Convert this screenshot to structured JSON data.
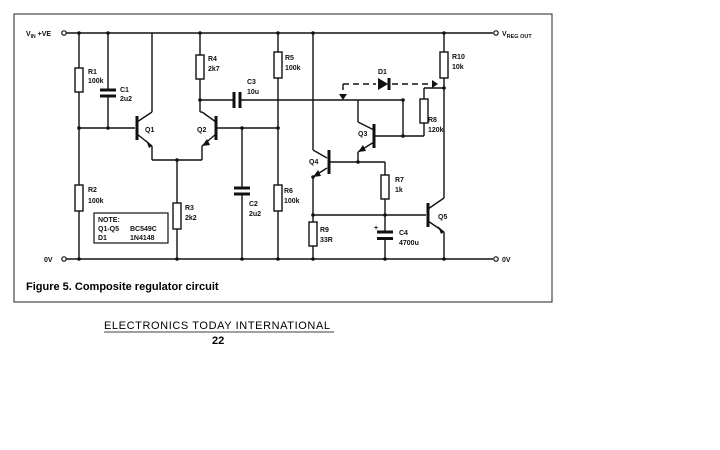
{
  "rails": {
    "vin": "V",
    "vin_sub": "IN",
    "vin_suffix": "+VE",
    "vreg": "V",
    "vreg_sub": "REG OUT",
    "zero_left": "0V",
    "zero_right": "0V"
  },
  "components": {
    "r1": {
      "ref": "R1",
      "value": "100k"
    },
    "c1": {
      "ref": "C1",
      "value": "2u2"
    },
    "q1": {
      "ref": "Q1"
    },
    "r2": {
      "ref": "R2",
      "value": "100k"
    },
    "r4": {
      "ref": "R4",
      "value": "2k7"
    },
    "q2": {
      "ref": "Q2"
    },
    "r3": {
      "ref": "R3",
      "value": "2k2"
    },
    "c3": {
      "ref": "C3",
      "value": "10u"
    },
    "c2": {
      "ref": "C2",
      "value": "2u2"
    },
    "r5": {
      "ref": "R5",
      "value": "100k"
    },
    "r6": {
      "ref": "R6",
      "value": "100k"
    },
    "d1": {
      "ref": "D1"
    },
    "r10": {
      "ref": "R10",
      "value": "10k"
    },
    "r8": {
      "ref": "R8",
      "value": "120k"
    },
    "q3": {
      "ref": "Q3"
    },
    "q4": {
      "ref": "Q4"
    },
    "r7": {
      "ref": "R7",
      "value": "1k"
    },
    "r9": {
      "ref": "R9",
      "value": "33R"
    },
    "c4": {
      "ref": "C4",
      "value": "4700u",
      "polarity": "+"
    },
    "q5": {
      "ref": "Q5"
    }
  },
  "note": {
    "heading": "NOTE:",
    "rows": [
      {
        "part": "Q1-Q5",
        "type": "BC549C"
      },
      {
        "part": "D1",
        "type": "1N4148"
      }
    ]
  },
  "caption": "Figure 5. Composite regulator circuit",
  "footer": {
    "publication": "ELECTRONICS TODAY INTERNATIONAL",
    "page": "22"
  }
}
